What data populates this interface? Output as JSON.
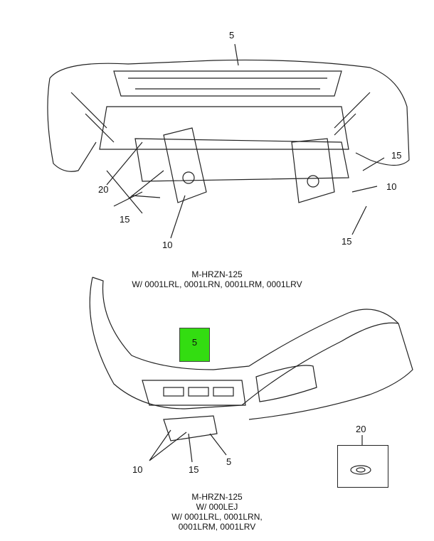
{
  "upper_view": {
    "callouts": {
      "part5": "5",
      "part15_right": "15",
      "part10_right": "10",
      "part20": "20",
      "part15_left": "15",
      "part10_left": "10",
      "part15_bottom": "15"
    },
    "caption": {
      "line1": "M-HRZN-125",
      "line2": "W/ 0001LRL, 0001LRN, 0001LRM, 0001LRV"
    }
  },
  "lower_view": {
    "callouts": {
      "part5_highlight": "5",
      "part10": "10",
      "part15": "15",
      "part5": "5",
      "part20_inset": "20"
    },
    "caption": {
      "line1": "M-HRZN-125",
      "line2": "W/ 000LEJ",
      "line3": "W/ 0001LRL, 0001LRN,",
      "line4": "0001LRM, 0001LRV"
    }
  },
  "colors": {
    "highlight": "#33dd11"
  }
}
